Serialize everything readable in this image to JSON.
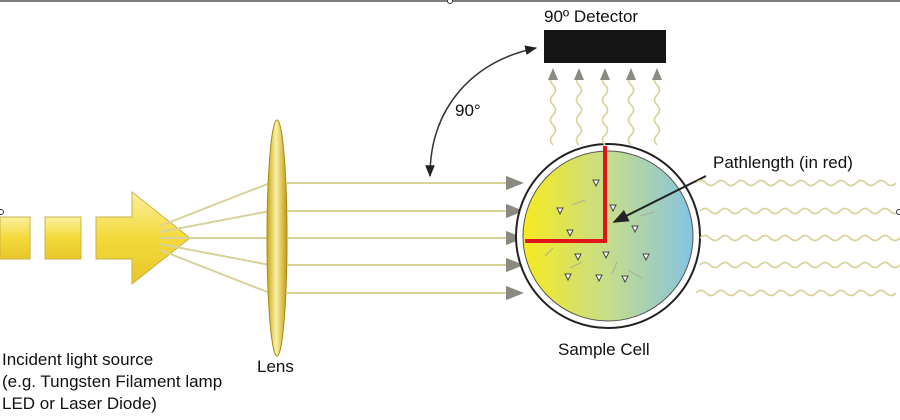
{
  "labels": {
    "detector": "90º Detector",
    "angle": "90°",
    "pathlength": "Pathlength (in red)",
    "lens": "Lens",
    "sample_cell": "Sample Cell",
    "source_line1": "Incident light source",
    "source_line2": "(e.g. Tungsten Filament lamp",
    "source_line3": "LED or Laser Diode)"
  },
  "colors": {
    "light_yellow": "#f4e04a",
    "ray_line": "#d9d29a",
    "arrow_head": "#8a8a80",
    "detector": "#141414",
    "pathlength": "#e0161b",
    "cell_blue": "#8cc7e0"
  },
  "icons": {
    "source": "light-source-arrow-icon",
    "lens": "convex-lens-icon",
    "detector": "detector-block-icon",
    "particle": "particle-triangle-icon"
  }
}
